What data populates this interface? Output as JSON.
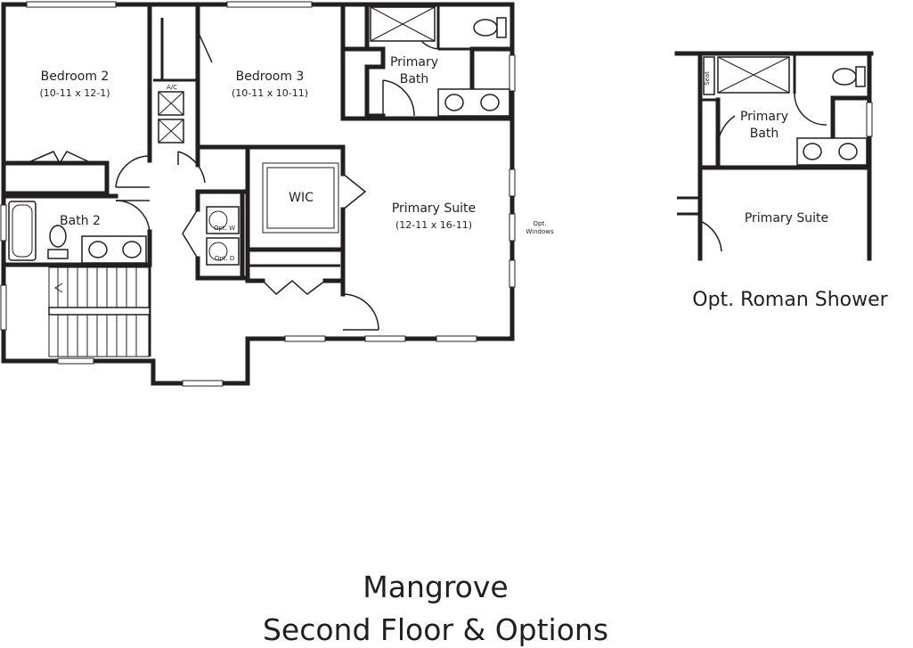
{
  "rooms": {
    "bedroom2": {
      "name": "Bedroom 2",
      "dims": "(10-11 x 12-1)"
    },
    "bedroom3": {
      "name": "Bedroom 3",
      "dims": "(10-11 x 10-11)"
    },
    "primary_bath": {
      "line1": "Primary",
      "line2": "Bath"
    },
    "wic": {
      "name": "WIC"
    },
    "primary_suite": {
      "name": "Primary Suite",
      "dims": "(12-11 x 16-11)"
    },
    "bath2": {
      "name": "Bath 2"
    }
  },
  "small_labels": {
    "ac": "A/C",
    "opt_w": "Opt. W",
    "opt_d": "Opt. D",
    "opt": "Opt.",
    "windows": "Windows",
    "seat": "Seat"
  },
  "option": {
    "primary_bath": {
      "line1": "Primary",
      "line2": "Bath"
    },
    "primary_suite": "Primary Suite",
    "caption": "Opt. Roman Shower"
  },
  "title": {
    "line1": "Mangrove",
    "line2": "Second Floor & Options"
  }
}
